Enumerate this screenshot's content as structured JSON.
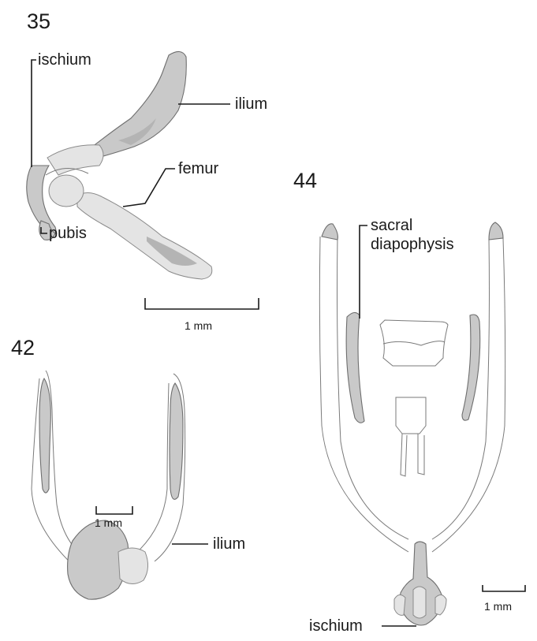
{
  "figures": {
    "fig35": {
      "number": "35",
      "labels": {
        "ischium": "ischium",
        "ilium": "ilium",
        "femur": "femur",
        "pubis": "pubis"
      },
      "scale_bar": "1 mm"
    },
    "fig42": {
      "number": "42",
      "labels": {
        "ilium": "ilium"
      },
      "scale_bar": "1 mm"
    },
    "fig44": {
      "number": "44",
      "labels": {
        "sacral_line1": "sacral",
        "sacral_line2": "diapophysis",
        "ischium": "ischium"
      },
      "scale_bar": "1 mm"
    }
  }
}
